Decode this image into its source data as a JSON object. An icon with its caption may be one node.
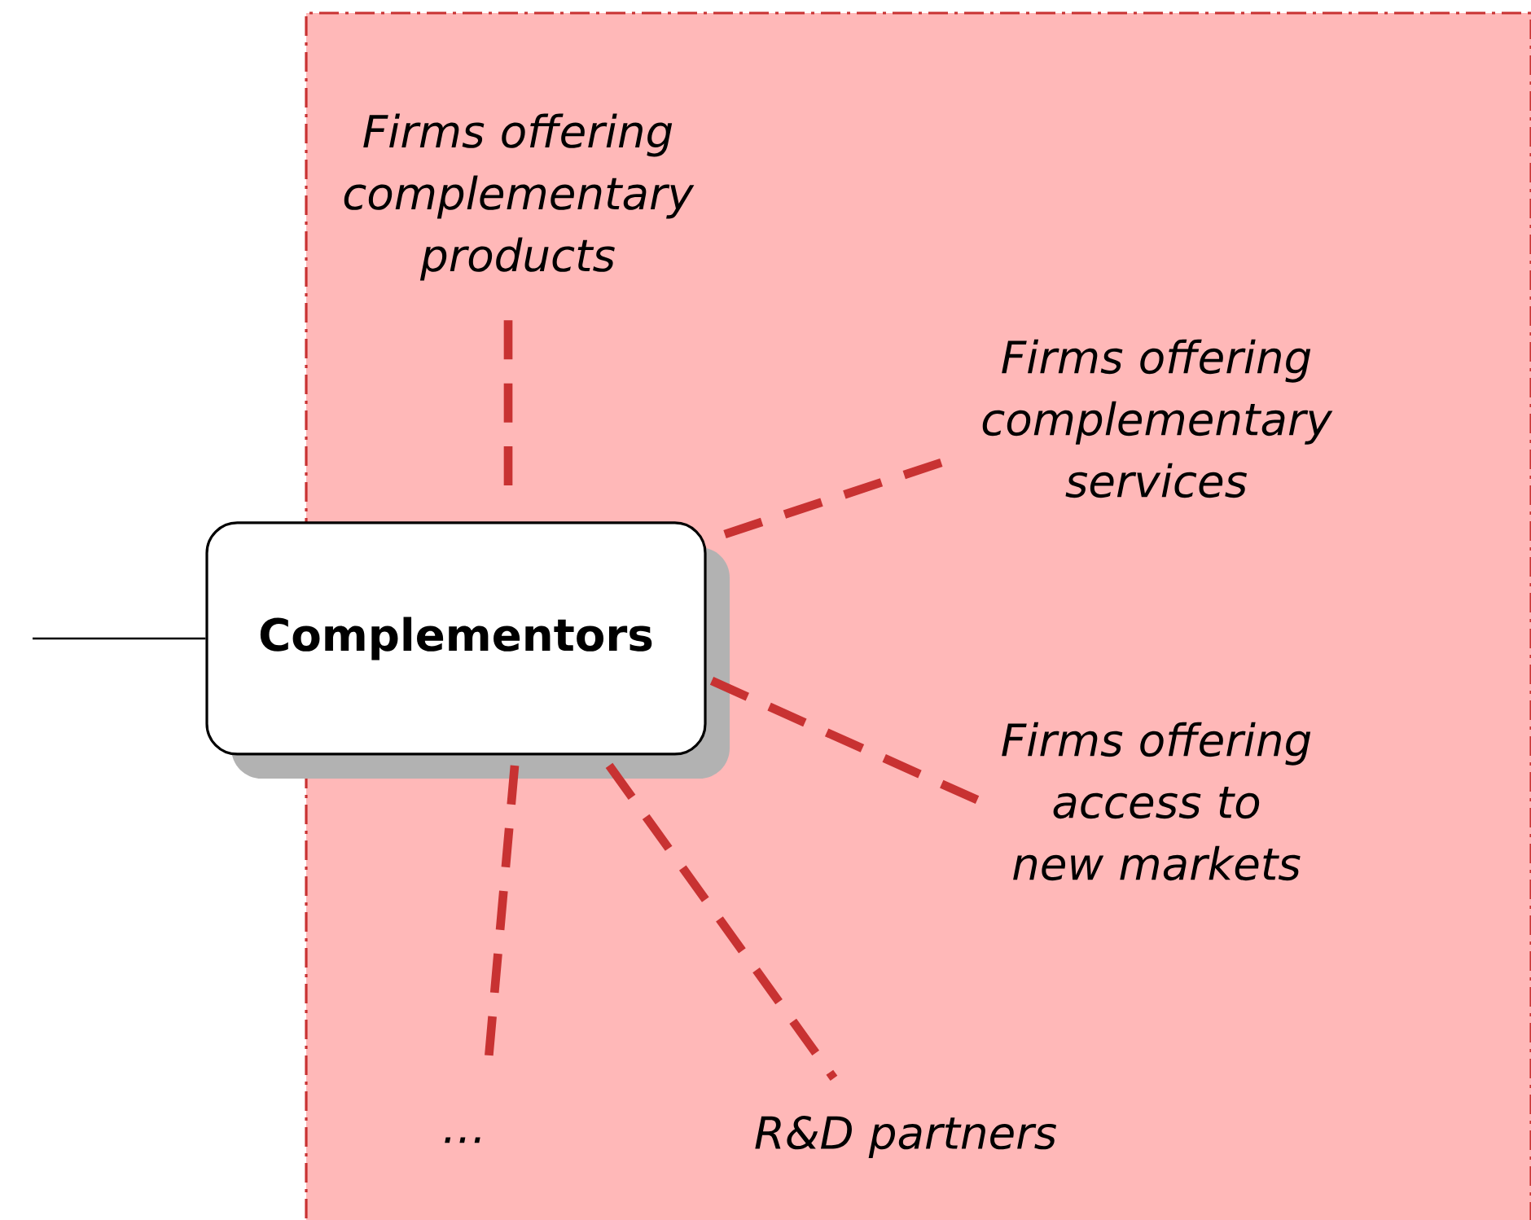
{
  "diagram": {
    "nodes": [
      {
        "text": [],
        "shape": "box"
      },
      {
        "text": [
          "Complementors"
        ]
      },
      {
        "text": [
          "Firms offering complementary products"
        ],
        "in": 0
      },
      {
        "text": [
          "Firms offering complementary services"
        ],
        "in": 0
      },
      {
        "text": [
          "Firms offering access to new markets"
        ],
        "in": 0
      },
      {
        "text": [
          "R&D partners"
        ],
        "in": 0
      },
      {
        "text": [
          "…"
        ],
        "in": 0
      }
    ],
    "edges": [
      {
        "from": null,
        "to": 1,
        "arrow": "none",
        "color": "#000000"
      },
      {
        "from": 1,
        "to": 2,
        "arrow": "none",
        "style": "dashed"
      },
      {
        "from": 1,
        "to": 3,
        "arrow": "none",
        "style": "dashed"
      },
      {
        "from": 1,
        "to": 4,
        "arrow": "none",
        "style": "dashed"
      },
      {
        "from": 1,
        "to": 5,
        "arrow": "none",
        "style": "dashed"
      },
      {
        "from": 1,
        "to": 6,
        "arrow": "none",
        "style": "dashed"
      }
    ]
  }
}
